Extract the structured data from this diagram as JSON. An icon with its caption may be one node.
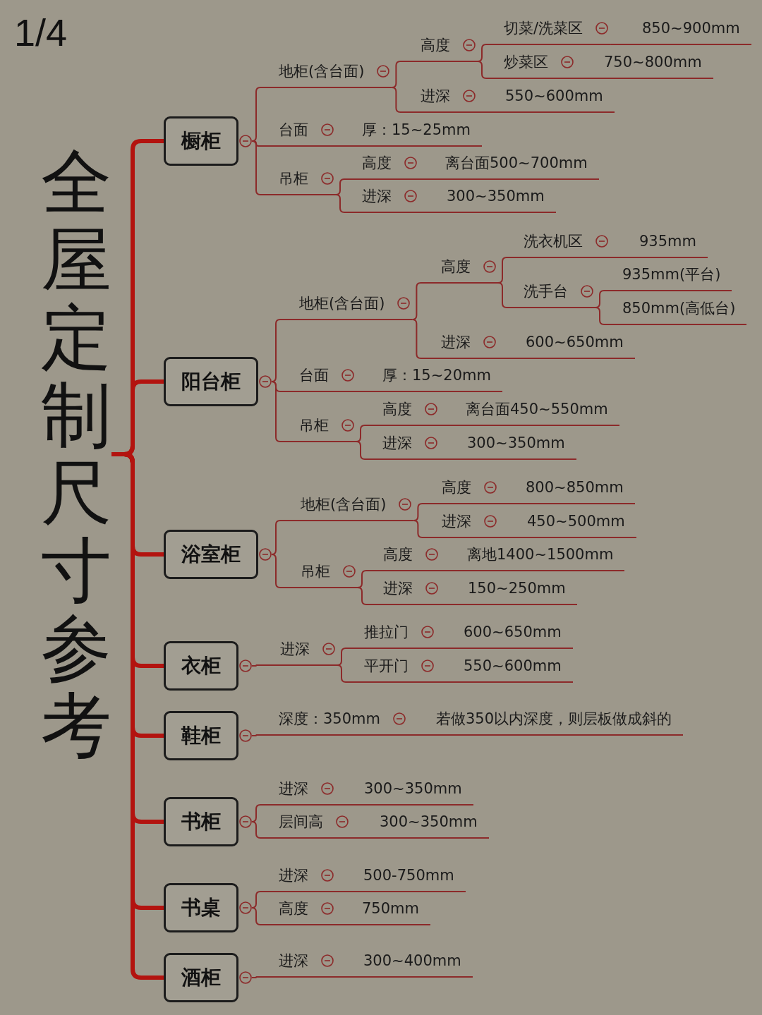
{
  "diagram": {
    "nodes": [
      {
        "text": [
          "全屋定制尺寸参考"
        ]
      },
      {
        "text": [
          "橱柜"
        ]
      },
      {
        "text": [
          "地柜(含台面)"
        ]
      },
      {
        "text": [
          "高度"
        ]
      },
      {
        "text": [
          "切菜/洗菜区"
        ]
      },
      {
        "text": [
          "850~900mm"
        ]
      },
      {
        "text": [
          "炒菜区"
        ]
      },
      {
        "text": [
          "750~800mm"
        ]
      },
      {
        "text": [
          "进深"
        ]
      },
      {
        "text": [
          "550~600mm"
        ]
      },
      {
        "text": [
          "台面"
        ]
      },
      {
        "text": [
          "厚：15~25mm"
        ]
      },
      {
        "text": [
          "吊柜"
        ]
      },
      {
        "text": [
          "高度"
        ]
      },
      {
        "text": [
          "离台面500~700mm"
        ]
      },
      {
        "text": [
          "进深"
        ]
      },
      {
        "text": [
          "300~350mm"
        ]
      },
      {
        "text": [
          "阳台柜"
        ]
      },
      {
        "text": [
          "地柜(含台面)"
        ]
      },
      {
        "text": [
          "高度"
        ]
      },
      {
        "text": [
          "洗衣机区"
        ]
      },
      {
        "text": [
          "935mm"
        ]
      },
      {
        "text": [
          "洗手台"
        ]
      },
      {
        "text": [
          "935mm(平台)"
        ]
      },
      {
        "text": [
          "850mm(高低台)"
        ]
      },
      {
        "text": [
          "进深"
        ]
      },
      {
        "text": [
          "600~650mm"
        ]
      },
      {
        "text": [
          "台面"
        ]
      },
      {
        "text": [
          "厚：15~20mm"
        ]
      },
      {
        "text": [
          "吊柜"
        ]
      },
      {
        "text": [
          "高度"
        ]
      },
      {
        "text": [
          "离台面450~550mm"
        ]
      },
      {
        "text": [
          "进深"
        ]
      },
      {
        "text": [
          "300~350mm"
        ]
      },
      {
        "text": [
          "浴室柜"
        ]
      },
      {
        "text": [
          "地柜(含台面)"
        ]
      },
      {
        "text": [
          "高度"
        ]
      },
      {
        "text": [
          "800~850mm"
        ]
      },
      {
        "text": [
          "进深"
        ]
      },
      {
        "text": [
          "450~500mm"
        ]
      },
      {
        "text": [
          "吊柜"
        ]
      },
      {
        "text": [
          "高度"
        ]
      },
      {
        "text": [
          "离地1400~1500mm"
        ]
      },
      {
        "text": [
          "进深"
        ]
      },
      {
        "text": [
          "150~250mm"
        ]
      },
      {
        "text": [
          "衣柜"
        ]
      },
      {
        "text": [
          "进深"
        ]
      },
      {
        "text": [
          "推拉门"
        ]
      },
      {
        "text": [
          "600~650mm"
        ]
      },
      {
        "text": [
          "平开门"
        ]
      },
      {
        "text": [
          "550~600mm"
        ]
      },
      {
        "text": [
          "鞋柜"
        ]
      },
      {
        "text": [
          "深度：350mm"
        ]
      },
      {
        "text": [
          "若做350以内深度，则层板做成斜的"
        ]
      },
      {
        "text": [
          "书柜"
        ]
      },
      {
        "text": [
          "进深"
        ]
      },
      {
        "text": [
          "300~350mm"
        ]
      },
      {
        "text": [
          "层间高"
        ]
      },
      {
        "text": [
          "300~350mm"
        ]
      },
      {
        "text": [
          "书桌"
        ]
      },
      {
        "text": [
          "进深"
        ]
      },
      {
        "text": [
          "500-750mm"
        ]
      },
      {
        "text": [
          "高度"
        ]
      },
      {
        "text": [
          "750mm"
        ]
      },
      {
        "text": [
          "酒柜"
        ]
      },
      {
        "text": [
          "进深"
        ]
      },
      {
        "text": [
          "300~400mm"
        ]
      }
    ],
    "edges": [
      {
        "from": 0,
        "to": 1,
        "arrow": "none",
        "style": "thick",
        "color": "#b3130f"
      },
      {
        "from": 0,
        "to": 17,
        "arrow": "none",
        "style": "thick",
        "color": "#b3130f"
      },
      {
        "from": 0,
        "to": 34,
        "arrow": "none",
        "style": "thick",
        "color": "#b3130f"
      },
      {
        "from": 0,
        "to": 45,
        "arrow": "none",
        "style": "thick",
        "color": "#b3130f"
      },
      {
        "from": 0,
        "to": 51,
        "arrow": "none",
        "style": "thick",
        "color": "#b3130f"
      },
      {
        "from": 0,
        "to": 54,
        "arrow": "none",
        "style": "thick",
        "color": "#b3130f"
      },
      {
        "from": 0,
        "to": 59,
        "arrow": "none",
        "style": "thick",
        "color": "#b3130f"
      },
      {
        "from": 0,
        "to": 64,
        "arrow": "none",
        "style": "thick",
        "color": "#b3130f"
      },
      {
        "from": 1,
        "to": 2,
        "arrow": "none"
      },
      {
        "from": 2,
        "to": 3,
        "arrow": "none"
      },
      {
        "from": 3,
        "to": 4,
        "arrow": "none"
      },
      {
        "from": 4,
        "to": 5,
        "arrow": "none"
      },
      {
        "from": 3,
        "to": 6,
        "arrow": "none"
      },
      {
        "from": 6,
        "to": 7,
        "arrow": "none"
      },
      {
        "from": 2,
        "to": 8,
        "arrow": "none"
      },
      {
        "from": 8,
        "to": 9,
        "arrow": "none"
      },
      {
        "from": 1,
        "to": 10,
        "arrow": "none"
      },
      {
        "from": 10,
        "to": 11,
        "arrow": "none"
      },
      {
        "from": 1,
        "to": 12,
        "arrow": "none"
      },
      {
        "from": 12,
        "to": 13,
        "arrow": "none"
      },
      {
        "from": 13,
        "to": 14,
        "arrow": "none"
      },
      {
        "from": 12,
        "to": 15,
        "arrow": "none"
      },
      {
        "from": 15,
        "to": 16,
        "arrow": "none"
      },
      {
        "from": 17,
        "to": 18,
        "arrow": "none"
      },
      {
        "from": 18,
        "to": 19,
        "arrow": "none"
      },
      {
        "from": 19,
        "to": 20,
        "arrow": "none"
      },
      {
        "from": 20,
        "to": 21,
        "arrow": "none"
      },
      {
        "from": 19,
        "to": 22,
        "arrow": "none"
      },
      {
        "from": 22,
        "to": 23,
        "arrow": "none"
      },
      {
        "from": 22,
        "to": 24,
        "arrow": "none"
      },
      {
        "from": 18,
        "to": 25,
        "arrow": "none"
      },
      {
        "from": 25,
        "to": 26,
        "arrow": "none"
      },
      {
        "from": 17,
        "to": 27,
        "arrow": "none"
      },
      {
        "from": 27,
        "to": 28,
        "arrow": "none"
      },
      {
        "from": 17,
        "to": 29,
        "arrow": "none"
      },
      {
        "from": 29,
        "to": 30,
        "arrow": "none"
      },
      {
        "from": 30,
        "to": 31,
        "arrow": "none"
      },
      {
        "from": 29,
        "to": 32,
        "arrow": "none"
      },
      {
        "from": 32,
        "to": 33,
        "arrow": "none"
      },
      {
        "from": 34,
        "to": 35,
        "arrow": "none"
      },
      {
        "from": 35,
        "to": 36,
        "arrow": "none"
      },
      {
        "from": 36,
        "to": 37,
        "arrow": "none"
      },
      {
        "from": 35,
        "to": 38,
        "arrow": "none"
      },
      {
        "from": 38,
        "to": 39,
        "arrow": "none"
      },
      {
        "from": 34,
        "to": 40,
        "arrow": "none"
      },
      {
        "from": 40,
        "to": 41,
        "arrow": "none"
      },
      {
        "from": 41,
        "to": 42,
        "arrow": "none"
      },
      {
        "from": 40,
        "to": 43,
        "arrow": "none"
      },
      {
        "from": 43,
        "to": 44,
        "arrow": "none"
      },
      {
        "from": 45,
        "to": 46,
        "arrow": "none"
      },
      {
        "from": 46,
        "to": 47,
        "arrow": "none"
      },
      {
        "from": 47,
        "to": 48,
        "arrow": "none"
      },
      {
        "from": 46,
        "to": 49,
        "arrow": "none"
      },
      {
        "from": 49,
        "to": 50,
        "arrow": "none"
      },
      {
        "from": 51,
        "to": 52,
        "arrow": "none"
      },
      {
        "from": 52,
        "to": 53,
        "arrow": "none"
      },
      {
        "from": 54,
        "to": 55,
        "arrow": "none"
      },
      {
        "from": 55,
        "to": 56,
        "arrow": "none"
      },
      {
        "from": 54,
        "to": 57,
        "arrow": "none"
      },
      {
        "from": 57,
        "to": 58,
        "arrow": "none"
      },
      {
        "from": 59,
        "to": 60,
        "arrow": "none"
      },
      {
        "from": 60,
        "to": 61,
        "arrow": "none"
      },
      {
        "from": 59,
        "to": 62,
        "arrow": "none"
      },
      {
        "from": 62,
        "to": 63,
        "arrow": "none"
      },
      {
        "from": 64,
        "to": 65,
        "arrow": "none"
      },
      {
        "from": 65,
        "to": 66,
        "arrow": "none"
      }
    ],
    "labels": [
      "1/4"
    ]
  }
}
